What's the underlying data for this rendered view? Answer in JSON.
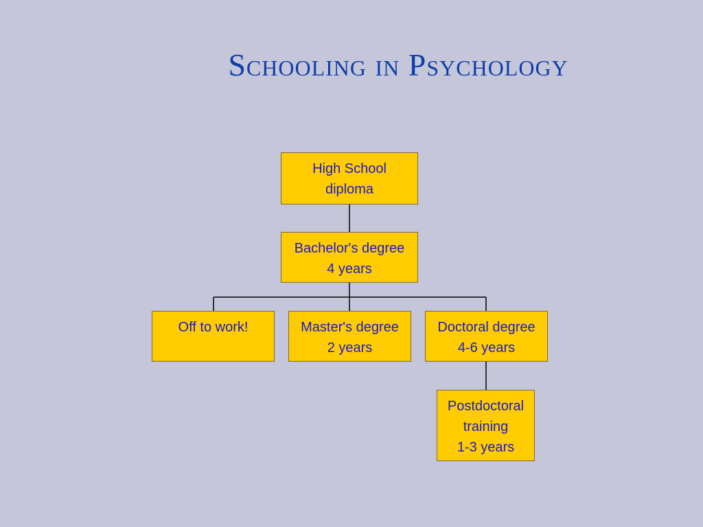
{
  "title": "Schooling in Psychology",
  "colors": {
    "background": "#c5c6da",
    "title": "#0d3fa8",
    "box_fill": "#ffcc00",
    "box_text": "#1a1ad0",
    "connector": "#000000"
  },
  "nodes": {
    "high_school": {
      "line1": "High School",
      "line2": "diploma"
    },
    "bachelors": {
      "line1": "Bachelor's degree",
      "line2": "4 years"
    },
    "work": {
      "line1": "Off to work!"
    },
    "masters": {
      "line1": "Master's degree",
      "line2": "2 years"
    },
    "doctoral": {
      "line1": "Doctoral degree",
      "line2": "4-6 years"
    },
    "postdoc": {
      "line1": "Postdoctoral",
      "line2": "training",
      "line3": "1-3 years"
    }
  }
}
